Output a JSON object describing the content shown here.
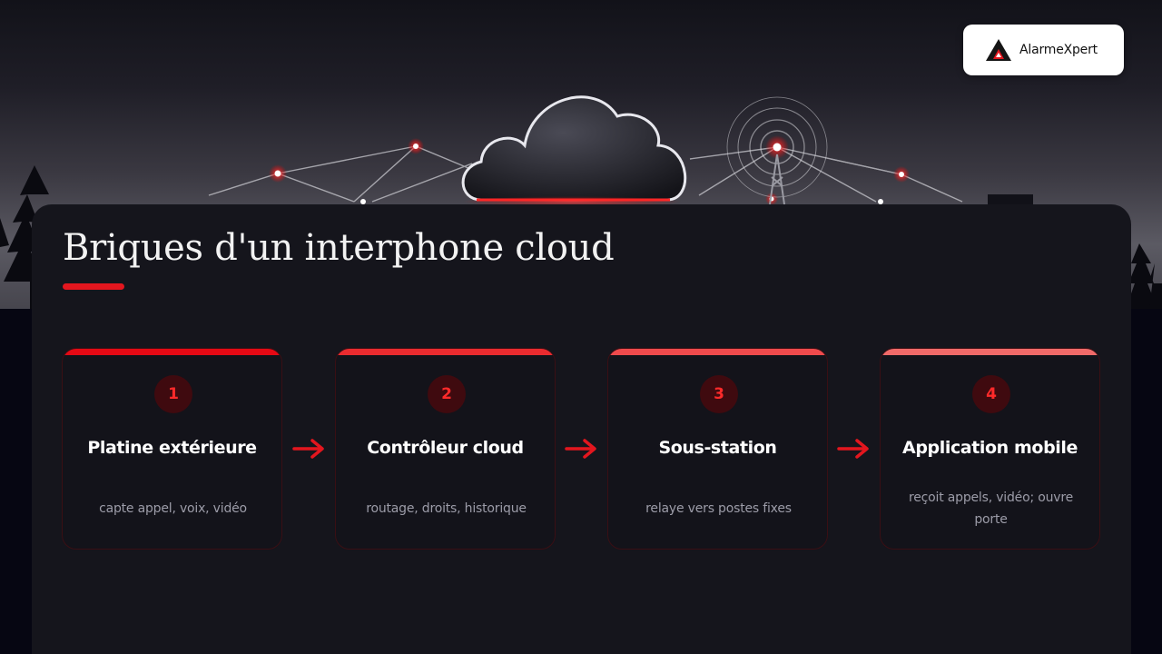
{
  "logo": {
    "name": "AlarmeXpert"
  },
  "slide": {
    "title": "Briques d'un interphone cloud"
  },
  "steps": [
    {
      "number": "1",
      "title": "Platine extérieure",
      "description": "capte appel, voix, vidéo"
    },
    {
      "number": "2",
      "title": "Contrôleur cloud",
      "description": "routage, droits, historique"
    },
    {
      "number": "3",
      "title": "Sous-station",
      "description": "relaye vers postes fixes"
    },
    {
      "number": "4",
      "title": "Application mobile",
      "description": "reçoit appels, vidéo; ouvre porte"
    }
  ],
  "colors": {
    "accent": "#e3161e",
    "bar_1": "#e50914",
    "bar_2": "#ea2b2f",
    "bar_3": "#ef4a4c",
    "bar_4": "#f16a69",
    "panel": "#15151c",
    "number_bg": "#3f0a0f"
  },
  "icons": {
    "logo": "alarmexpert-logo-icon",
    "arrows": "arrow-right-icon"
  }
}
